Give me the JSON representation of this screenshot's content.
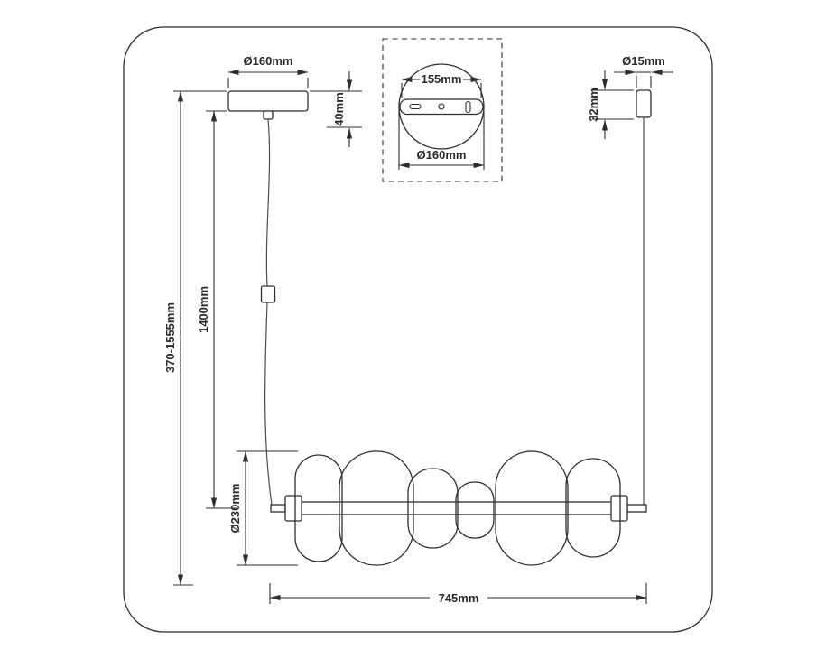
{
  "drawing": {
    "labels": {
      "canopy_diameter": "Ø160mm",
      "canopy_height": "40mm",
      "mount_plate_width": "155mm",
      "canopy_detail_diameter": "Ø160mm",
      "cord_grip_diameter": "Ø15mm",
      "cord_grip_height": "32mm",
      "overall_height_range": "370-1555mm",
      "suspension_length": "1400mm",
      "shade_diameter": "Ø230mm",
      "fixture_length": "745mm"
    },
    "colors": {
      "line": "#2e2e2e",
      "cable": "#4d4d4d",
      "background": "#ffffff"
    }
  }
}
